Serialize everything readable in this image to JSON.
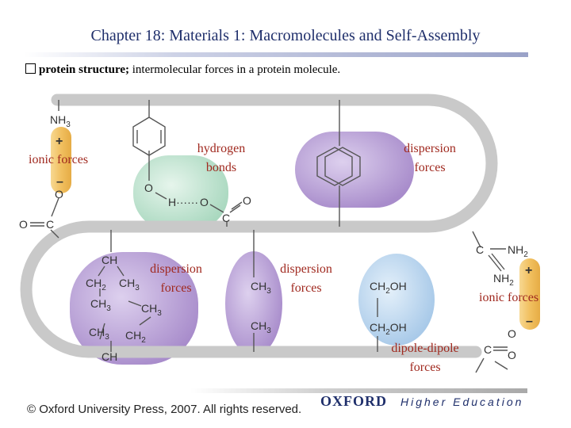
{
  "header": {
    "title": "Chapter 18: Materials 1: Macromolecules and Self-Assembly",
    "bullet_bold": "protein structure;",
    "bullet_text": " intermolecular forces in a protein molecule."
  },
  "labels": {
    "ionic_left": "ionic forces",
    "hbond_1": "hydrogen",
    "hbond_2": "bonds",
    "disp_top_1": "dispersion",
    "disp_top_2": "forces",
    "disp_left_1": "dispersion",
    "disp_left_2": "forces",
    "disp_mid_1": "dispersion",
    "disp_mid_2": "forces",
    "ionic_right": "ionic forces",
    "dipole_1": "dipole-dipole",
    "dipole_2": "forces"
  },
  "chem": {
    "nh3": "NH",
    "nh3_sub": "3",
    "plus": "+",
    "minus": "–",
    "o": "O",
    "c": "C",
    "h_dots": "H······",
    "ch": "CH",
    "ch2": "CH",
    "ch2_sub": "2",
    "ch3": "CH",
    "ch3_sub": "3",
    "nh2": "NH",
    "nh2_sub": "2",
    "ch2oh": "CH",
    "ch2oh_sub": "2",
    "ch2oh_tail": "OH"
  },
  "colors": {
    "backbone": "#c9c9c9",
    "green_blob": "#bfe3cf",
    "purple_blob": "#c1a9d9",
    "blue_blob": "#bcd7ee",
    "charge_pill": "#f3c76b",
    "label_red": "#a0291f",
    "title_navy": "#1f2f6b"
  },
  "footer": {
    "copyright": "© Oxford University Press, 2007. All rights reserved.",
    "brand": "OXFORD",
    "tagline": "Higher Education"
  }
}
